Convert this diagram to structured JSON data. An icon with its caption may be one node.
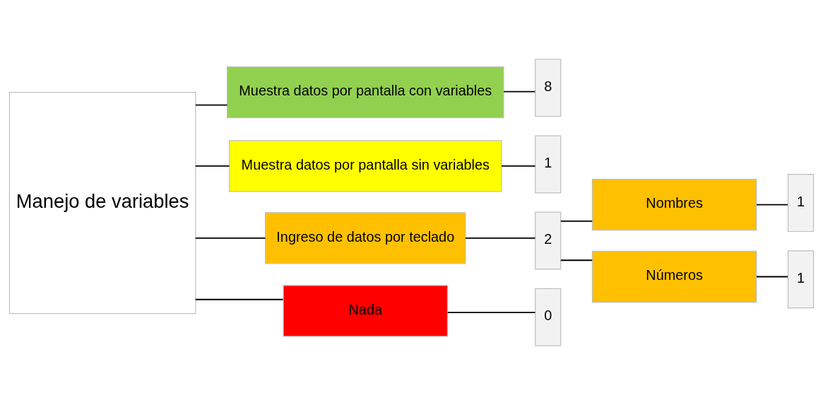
{
  "diagram": {
    "nodes": [
      {
        "text": [
          "Manejo de variables"
        ]
      },
      {
        "text": [
          "Muestra datos por pantalla con variables"
        ]
      },
      {
        "text": [
          "8"
        ]
      },
      {
        "text": [
          "Muestra datos por pantalla sin variables"
        ]
      },
      {
        "text": [
          "1"
        ]
      },
      {
        "text": [
          "Ingreso de datos por teclado"
        ]
      },
      {
        "text": [
          "2"
        ]
      },
      {
        "text": [
          "Nombres"
        ]
      },
      {
        "text": [
          "1"
        ]
      },
      {
        "text": [
          "Números"
        ]
      },
      {
        "text": [
          "1"
        ]
      },
      {
        "text": [
          "Nada"
        ]
      },
      {
        "text": [
          "0"
        ]
      }
    ],
    "edges": [
      {
        "from": 0,
        "to": 1,
        "arrow": "none"
      },
      {
        "from": 0,
        "to": 3,
        "arrow": "none"
      },
      {
        "from": 0,
        "to": 5,
        "arrow": "none"
      },
      {
        "from": 0,
        "to": 11,
        "arrow": "none"
      },
      {
        "from": 1,
        "to": 2,
        "arrow": "none"
      },
      {
        "from": 3,
        "to": 4,
        "arrow": "none"
      },
      {
        "from": 5,
        "to": 6,
        "arrow": "none"
      },
      {
        "from": 6,
        "to": 7,
        "arrow": "none"
      },
      {
        "from": 6,
        "to": 9,
        "arrow": "none"
      },
      {
        "from": 7,
        "to": 8,
        "arrow": "none"
      },
      {
        "from": 9,
        "to": 10,
        "arrow": "none"
      },
      {
        "from": 11,
        "to": 12,
        "arrow": "none"
      }
    ]
  }
}
